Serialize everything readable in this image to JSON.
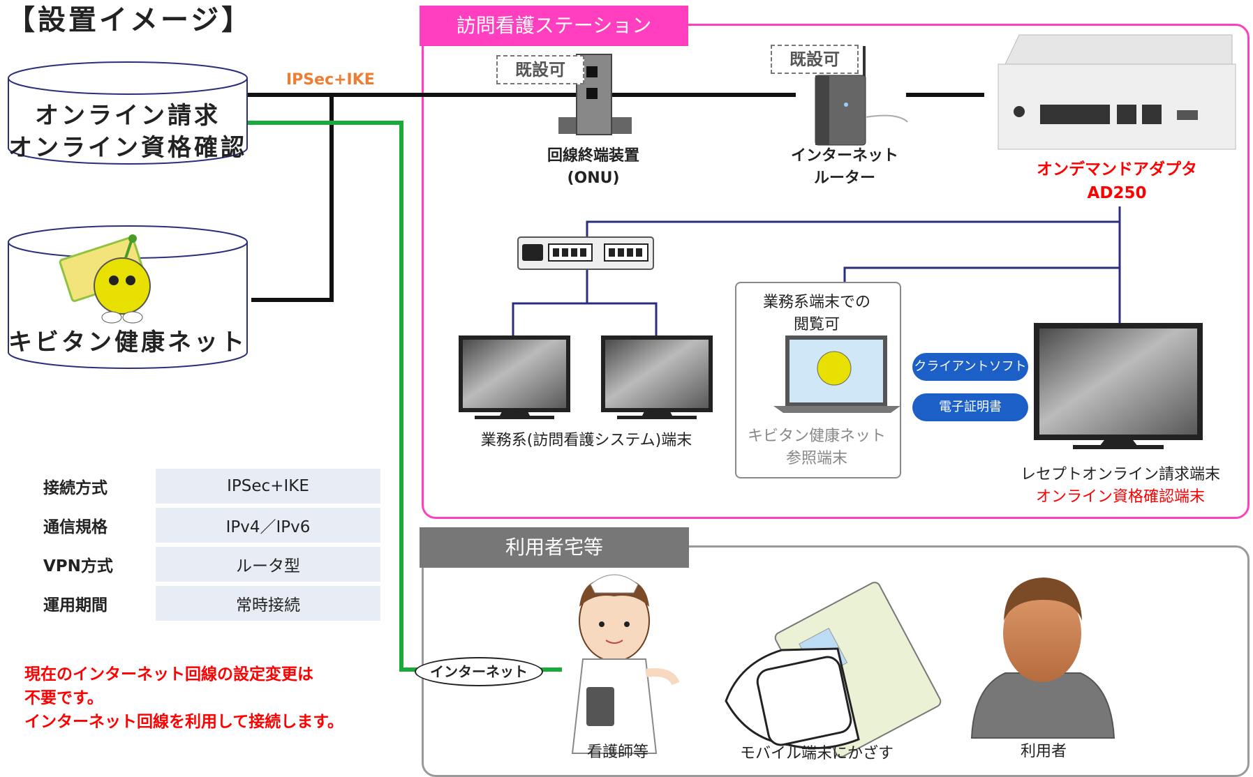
{
  "title": "【設置イメージ】",
  "databases": {
    "online": {
      "line1": "オンライン請求",
      "line2": "オンライン資格確認"
    },
    "kibitan": {
      "label": "キビタン健康ネット"
    }
  },
  "protocol_label": "IPSec+IKE",
  "station": {
    "tab": "訪問看護ステーション",
    "existing_ok": "既設可",
    "onu": {
      "line1": "回線終端装置",
      "line2": "(ONU)"
    },
    "router": {
      "line1": "インターネット",
      "line2": "ルーター"
    },
    "adapter": {
      "line1": "オンデマンドアダプタ",
      "line2": "AD250"
    },
    "viewing": {
      "line1": "業務系端末での",
      "line2": "閲覧可"
    },
    "kibitan_terminal": {
      "line1": "キビタン健康ネット",
      "line2": "参照端末"
    },
    "business_terminals": "業務系(訪問看護システム)端末",
    "pills": {
      "client_software": "クライアントソフト",
      "certificate": "電子証明書"
    },
    "receipt_terminal": {
      "line1": "レセプトオンライン請求端末",
      "line2": "オンライン資格確認端末"
    }
  },
  "home": {
    "tab": "利用者宅等",
    "internet_label": "インターネット",
    "nurse": "看護師等",
    "mobile": "モバイル端末にかざす",
    "user": "利用者"
  },
  "specs": [
    {
      "key": "接続方式",
      "value": "IPSec+IKE"
    },
    {
      "key": "通信規格",
      "value": "IPv4／IPv6"
    },
    {
      "key": "VPN方式",
      "value": "ルータ型"
    },
    {
      "key": "運用期間",
      "value": "常時接続"
    }
  ],
  "note": {
    "line1": "現在のインターネット回線の設定変更は",
    "line2": "不要です。",
    "line3": "インターネット回線を利用して接続します。"
  },
  "colors": {
    "pink": "#ff3fbf",
    "gray_frame": "#999999",
    "green_line": "#1aaa3a",
    "navy_line": "#2b2e7c",
    "accent_orange": "#ed7d31",
    "pill_blue": "#1b5fc7",
    "red": "#ff0000"
  }
}
